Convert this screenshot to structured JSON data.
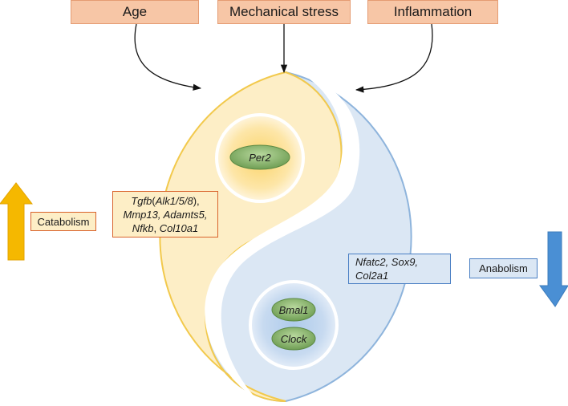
{
  "factors": {
    "age": "Age",
    "mechanical_stress": "Mechanical stress",
    "inflammation": "Inflammation"
  },
  "catabolic_side": {
    "label": "Catabolism",
    "genes_line1_a": "Tgfb",
    "genes_line1_b": "(",
    "genes_line1_c": "Alk1/5/8",
    "genes_line1_d": "),",
    "genes_line2": "Mmp13, Adamts5,",
    "genes_line3_a": "Nfkb",
    "genes_line3_b": ", ",
    "genes_line3_c": "Col10a1",
    "clock_gene": "Per2",
    "arrow_color": "#f5b800"
  },
  "anabolic_side": {
    "label": "Anabolism",
    "genes_line1": "Nfatc2, Sox9,",
    "genes_line2": "Col2a1",
    "clock_genes": [
      "Bmal1",
      "Clock"
    ],
    "arrow_color": "#4a8fd4"
  },
  "colors": {
    "yellow_fill": "#fdeec6",
    "yellow_edge": "#f2c94c",
    "blue_fill": "#dbe7f4",
    "blue_edge": "#8eb4dc",
    "oval_green": "#7fb069"
  }
}
